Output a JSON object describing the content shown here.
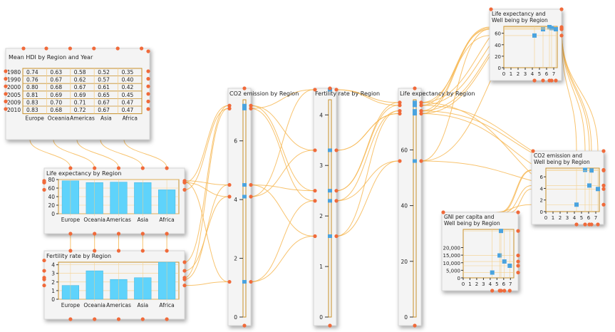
{
  "colors": {
    "bar_fill": "#5fd3fb",
    "point_fill": "#4aa3df",
    "frame": "#c8902a",
    "link": "#f7b955",
    "handle": "#f06a3a",
    "grid": "#f5cf8a"
  },
  "chart_data": [
    {
      "id": "hdi_table",
      "type": "table",
      "title": "Mean HDI by Region and Year",
      "columns": [
        "Europe",
        "Oceania",
        "Americas",
        "Asia",
        "Africa"
      ],
      "rows": [
        "1980",
        "1990",
        "2000",
        "2005",
        "2009",
        "2010"
      ],
      "values": [
        [
          "0.74",
          "0.63",
          "0.58",
          "0.52",
          "0.35"
        ],
        [
          "0.76",
          "0.67",
          "0.62",
          "0.57",
          "0.40"
        ],
        [
          "0.80",
          "0.68",
          "0.67",
          "0.61",
          "0.42"
        ],
        [
          "0.81",
          "0.69",
          "0.69",
          "0.65",
          "0.45"
        ],
        [
          "0.83",
          "0.70",
          "0.71",
          "0.67",
          "0.47"
        ],
        [
          "0.83",
          "0.68",
          "0.72",
          "0.67",
          "0.47"
        ]
      ]
    },
    {
      "id": "life_bar",
      "type": "bar",
      "title": "Life expectancy by Region",
      "categories": [
        "Europe",
        "Oceania",
        "Americas",
        "Asia",
        "Africa"
      ],
      "values": [
        77,
        73,
        74,
        73,
        56
      ],
      "ylim": [
        0,
        80
      ],
      "yticks": [
        "0",
        "20",
        "40",
        "60",
        "80"
      ]
    },
    {
      "id": "fert_bar",
      "type": "bar",
      "title": "Fertility rate by Region",
      "categories": [
        "Europe",
        "Oceania",
        "Americas",
        "Asia",
        "Africa"
      ],
      "values": [
        1.6,
        3.3,
        2.3,
        2.5,
        4.5
      ],
      "ylim": [
        0,
        4.3
      ],
      "yticks": [
        "0",
        "1",
        "2",
        "3",
        "4"
      ]
    },
    {
      "id": "co2_axis",
      "type": "scatter",
      "title": "CO2 emission by Region",
      "values": [
        7.2,
        7.1,
        4.5,
        4.1,
        1.2
      ],
      "ylim": [
        0,
        7.4
      ],
      "yticks": [
        "0",
        "2",
        "4",
        "6"
      ]
    },
    {
      "id": "fert_axis",
      "type": "scatter",
      "title": "Fertility rate by Region",
      "values": [
        1.6,
        3.3,
        2.3,
        2.5,
        4.5
      ],
      "ylim": [
        0,
        4.3
      ],
      "yticks": [
        "0",
        "1",
        "2",
        "3",
        "4"
      ]
    },
    {
      "id": "life_axis",
      "type": "scatter",
      "title": "Life expectancy by Region",
      "values": [
        77,
        76,
        74,
        73,
        56
      ],
      "ylim": [
        0,
        78
      ],
      "yticks": [
        "0",
        "20",
        "40",
        "60"
      ]
    },
    {
      "id": "life_wellbeing",
      "type": "scatter",
      "title": "Life expectancy and\nWell being by Region",
      "x": [
        4.3,
        5.5,
        6.4,
        6.7,
        7.3
      ],
      "y": [
        56,
        67,
        71,
        69,
        67
      ],
      "xlim": [
        0,
        7.5
      ],
      "ylim": [
        0,
        72
      ],
      "xticks": [
        "0",
        "1",
        "2",
        "3",
        "4",
        "5",
        "6",
        "7"
      ],
      "yticks": [
        "0",
        "20",
        "40",
        "60"
      ]
    },
    {
      "id": "co2_wellbeing",
      "type": "scatter",
      "title": "CO2 emission and\nWell being by Region",
      "x": [
        4.3,
        5.5,
        6.4,
        6.1,
        7.3
      ],
      "y": [
        1.2,
        7.2,
        7.1,
        4.5,
        3.9
      ],
      "xlim": [
        0,
        7.5
      ],
      "ylim": [
        0,
        7.5
      ],
      "xticks": [
        "0",
        "1",
        "2",
        "3",
        "4",
        "5",
        "6",
        "7"
      ],
      "yticks": [
        "0",
        "2",
        "4",
        "6"
      ]
    },
    {
      "id": "gni_wellbeing",
      "type": "scatter",
      "title": "GNI per capita and\nWell being by Region",
      "x": [
        4.3,
        5.4,
        5.6,
        6.1,
        6.9
      ],
      "y": [
        3500,
        14800,
        31000,
        10800,
        8000
      ],
      "xlim": [
        0,
        7.5
      ],
      "ylim": [
        0,
        32000
      ],
      "xticks": [
        "0",
        "1",
        "2",
        "3",
        "4",
        "5",
        "6",
        "7"
      ],
      "yticks": [
        "0",
        "5,000",
        "10,000",
        "15,000",
        "20,000"
      ]
    }
  ]
}
